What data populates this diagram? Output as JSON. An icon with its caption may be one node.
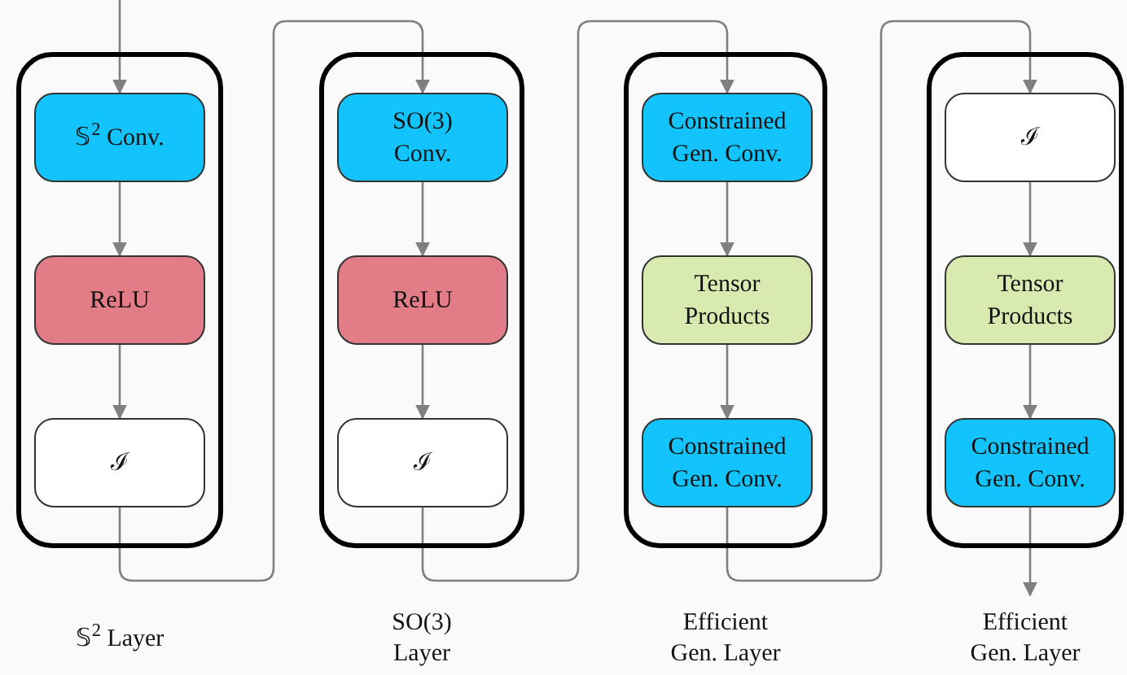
{
  "diagram": {
    "nodes": [
      {
        "text": [],
        "shape": "box",
        "beside": [
          "𝕊$^{2}$ Layer"
        ]
      },
      {
        "text": [
          "𝕊$^{2}$ Conv."
        ],
        "in": 0
      },
      {
        "text": [
          "ReLU"
        ],
        "in": 0
      },
      {
        "text": [
          "ℐ"
        ],
        "in": 0
      },
      {
        "text": [],
        "shape": "box",
        "beside": [
          "SO(3) Layer"
        ]
      },
      {
        "text": [
          "SO(3) Conv."
        ],
        "in": 4
      },
      {
        "text": [
          "ReLU"
        ],
        "in": 4
      },
      {
        "text": [
          "ℐ"
        ],
        "in": 4
      },
      {
        "text": [],
        "shape": "box",
        "beside": [
          "Efficient Gen. Layer"
        ]
      },
      {
        "text": [
          "Constrained Gen. Conv."
        ],
        "in": 8
      },
      {
        "text": [
          "Tensor Products"
        ],
        "in": 8
      },
      {
        "text": [
          "Constrained Gen. Conv."
        ],
        "in": 8
      },
      {
        "text": [],
        "shape": "box",
        "beside": [
          "Efficient Gen. Layer"
        ]
      },
      {
        "text": [
          "ℐ"
        ],
        "in": 12
      },
      {
        "text": [
          "Tensor Products"
        ],
        "in": 12
      },
      {
        "text": [
          "Constrained Gen. Conv."
        ],
        "in": 12
      }
    ],
    "edges": [
      {
        "from": null,
        "to": 1,
        "arrow": "to"
      },
      {
        "from": 1,
        "to": 2,
        "arrow": "to"
      },
      {
        "from": 2,
        "to": 3,
        "arrow": "to"
      },
      {
        "from": 3,
        "to": 5,
        "arrow": "to"
      },
      {
        "from": 5,
        "to": 6,
        "arrow": "to"
      },
      {
        "from": 6,
        "to": 7,
        "arrow": "to"
      },
      {
        "from": 7,
        "to": 9,
        "arrow": "to"
      },
      {
        "from": 9,
        "to": 10,
        "arrow": "to"
      },
      {
        "from": 10,
        "to": 11,
        "arrow": "to"
      },
      {
        "from": 11,
        "to": 13,
        "arrow": "to"
      },
      {
        "from": 13,
        "to": 14,
        "arrow": "to"
      },
      {
        "from": 14,
        "to": 15,
        "arrow": "to"
      },
      {
        "from": 15,
        "to": null,
        "arrow": "to"
      }
    ]
  }
}
